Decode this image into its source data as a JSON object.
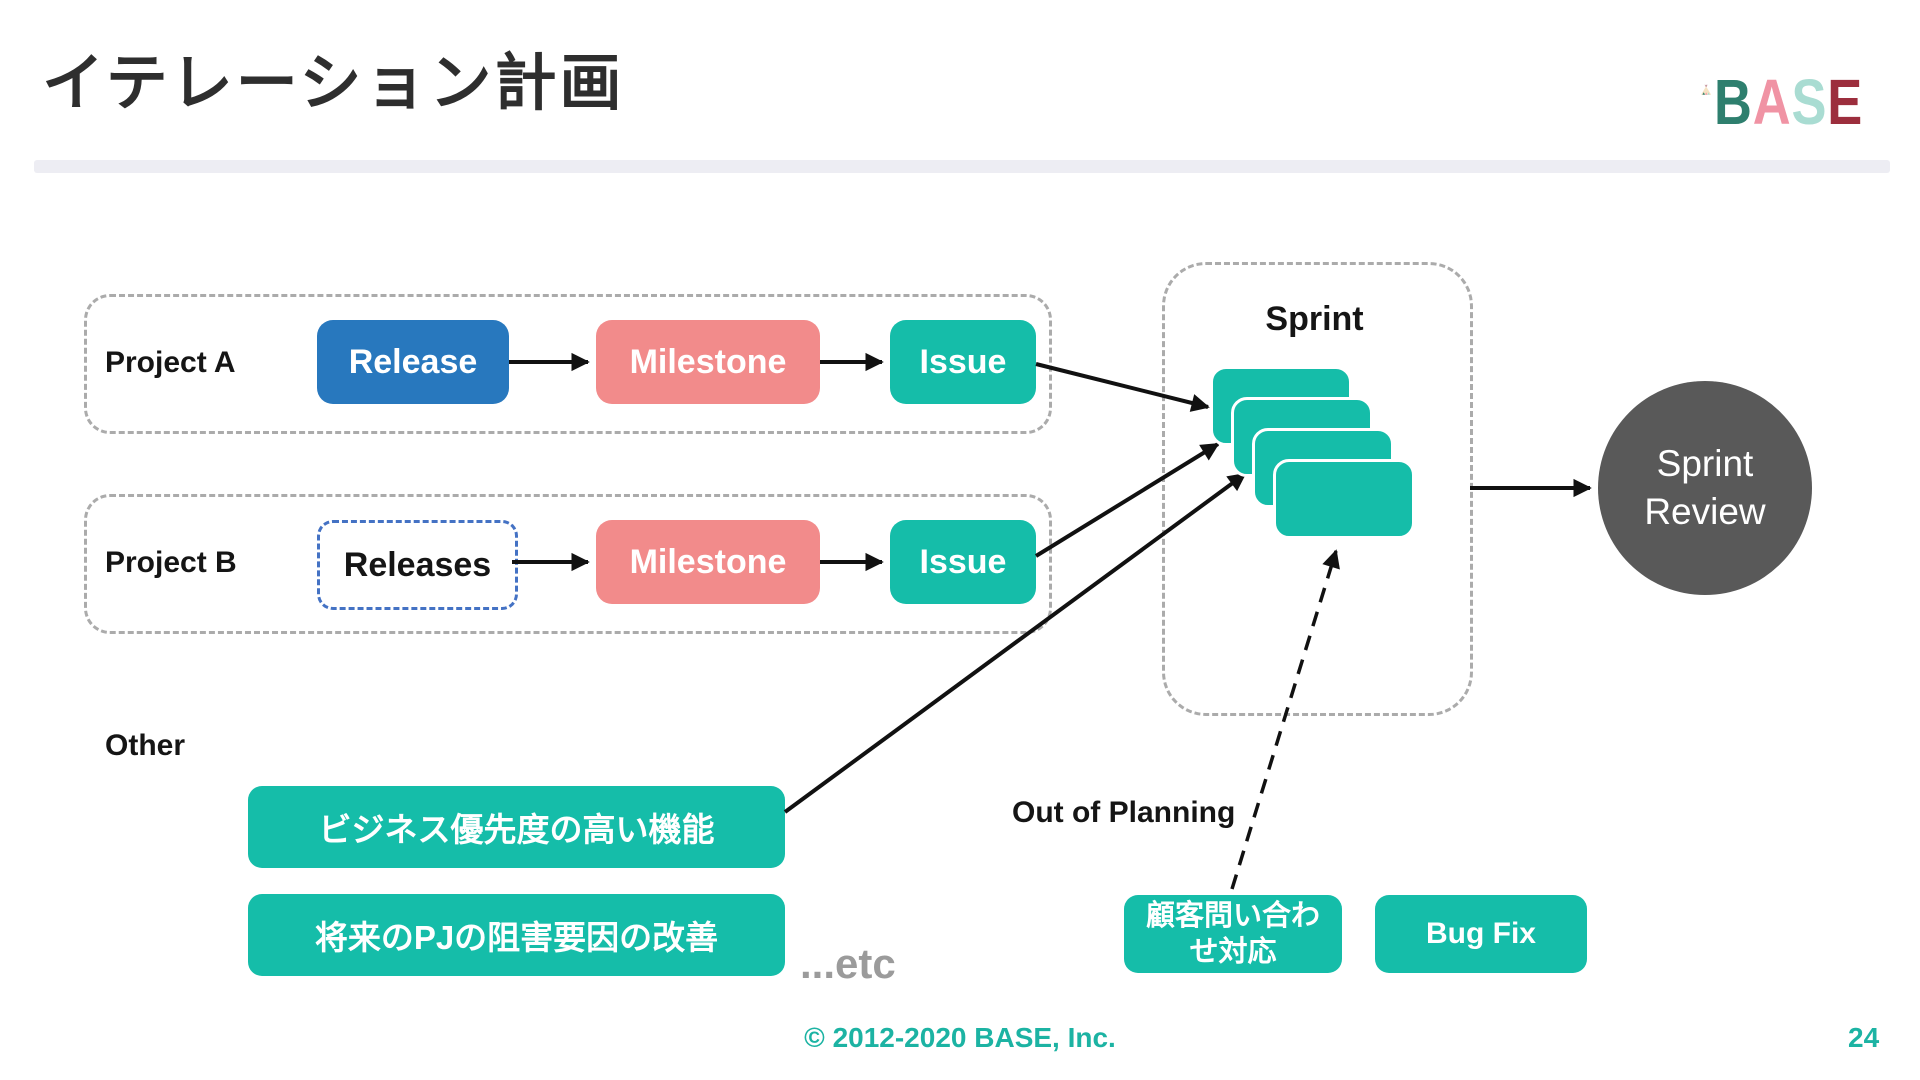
{
  "slide": {
    "title": "イテレーション計画",
    "copyright": "© 2012-2020 BASE, Inc.",
    "page_number": "24"
  },
  "logo": {
    "name": "BASE",
    "letters": [
      {
        "char": "B",
        "color": "#2E7F6E"
      },
      {
        "char": "A",
        "color": "#F093A4"
      },
      {
        "char": "S",
        "color": "#A9DCD2"
      },
      {
        "char": "E",
        "color": "#9C2E3D"
      }
    ],
    "tent_icon": "tent-icon"
  },
  "project_a": {
    "label": "Project A",
    "nodes": [
      {
        "label": "Release",
        "color": "#2878BE",
        "style": "solid-blue"
      },
      {
        "label": "Milestone",
        "color": "#F28B8B",
        "style": "solid-pink"
      },
      {
        "label": "Issue",
        "color": "#15BDA9",
        "style": "solid-teal"
      }
    ]
  },
  "project_b": {
    "label": "Project B",
    "nodes": [
      {
        "label": "Releases",
        "color": "#FFFFFF",
        "border_color": "#4472C4",
        "style": "dashed-outline"
      },
      {
        "label": "Milestone",
        "color": "#F28B8B",
        "style": "solid-pink"
      },
      {
        "label": "Issue",
        "color": "#15BDA9",
        "style": "solid-teal"
      }
    ]
  },
  "sprint": {
    "label": "Sprint",
    "card_count": 4,
    "card_color": "#15BDA9"
  },
  "sprint_review": {
    "label": "Sprint Review",
    "color": "#595959"
  },
  "other": {
    "label": "Other",
    "items": [
      "ビジネス優先度の高い機能",
      "将来のPJの阻害要因の改善"
    ],
    "etc_label": "...etc"
  },
  "out_of_planning": {
    "label": "Out of Planning",
    "items": [
      "顧客問い合わせ対応",
      "Bug Fix"
    ]
  },
  "colors": {
    "title_text": "#2E2E2E",
    "divider": "#EDEDF3",
    "group_dash_border": "#ABABAB",
    "node_blue": "#2878BE",
    "node_pink": "#F28B8B",
    "node_teal": "#15BDA9",
    "releases_dash_border": "#4472C4",
    "review_circle": "#595959",
    "footer_teal": "#1CB3A3",
    "etc_gray": "#9B9B9B",
    "arrow_black": "#111111"
  }
}
